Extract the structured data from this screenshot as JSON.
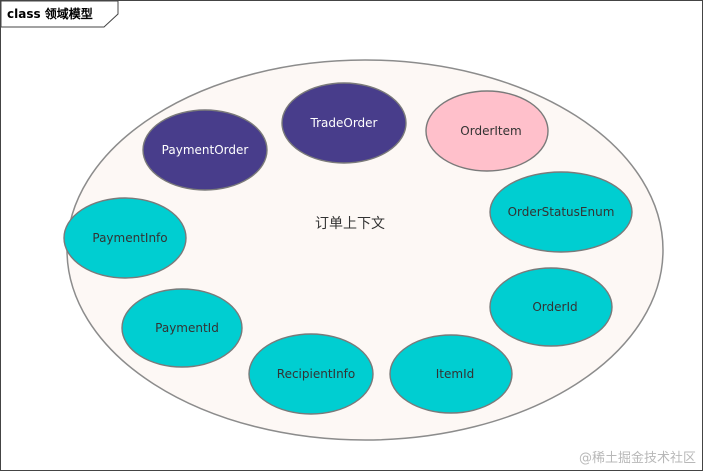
{
  "frame": {
    "title": "class 领域模型"
  },
  "context": {
    "label": "订单上下文",
    "fill": "#fdf8f5",
    "stroke": "#8c8c8c"
  },
  "colors": {
    "dark": "#483d8b",
    "pink": "#ffc0cb",
    "cyan": "#00ced1",
    "node_stroke": "#7a7a7a",
    "dark_text": "#ffffff",
    "light_text": "#333333"
  },
  "nodes": [
    {
      "id": "payment-order",
      "label": "PaymentOrder",
      "style": "dark"
    },
    {
      "id": "trade-order",
      "label": "TradeOrder",
      "style": "dark"
    },
    {
      "id": "order-item",
      "label": "OrderItem",
      "style": "pink"
    },
    {
      "id": "order-status-enum",
      "label": "OrderStatusEnum",
      "style": "cyan"
    },
    {
      "id": "order-id",
      "label": "OrderId",
      "style": "cyan"
    },
    {
      "id": "item-id",
      "label": "ItemId",
      "style": "cyan"
    },
    {
      "id": "recipient-info",
      "label": "RecipientInfo",
      "style": "cyan"
    },
    {
      "id": "payment-id",
      "label": "PaymentId",
      "style": "cyan"
    },
    {
      "id": "payment-info",
      "label": "PaymentInfo",
      "style": "cyan"
    }
  ],
  "watermark": "@稀土掘金技术社区"
}
